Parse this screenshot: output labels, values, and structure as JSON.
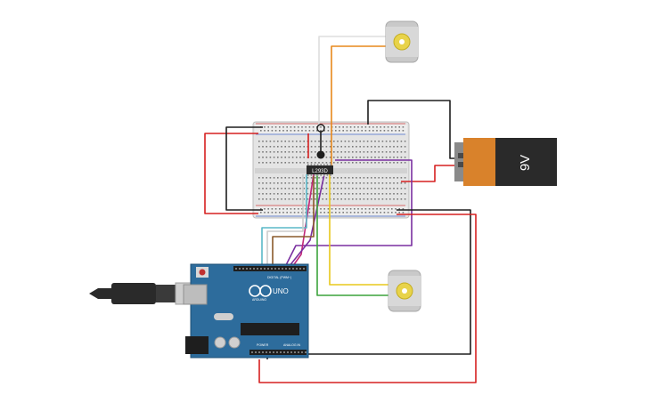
{
  "battery": {
    "label": "9V"
  },
  "chip": {
    "label": "L293D"
  },
  "arduino": {
    "brand": "ARDUINO",
    "model": "UNO",
    "digital_label": "DIGITAL (PWM~)",
    "power_label": "POWER",
    "analog_label": "ANALOG IN"
  },
  "colors": {
    "wire_red": "#d62020",
    "wire_black": "#1e1e1e",
    "wire_white": "#e6e6e6",
    "wire_orange": "#e8891c",
    "wire_purple": "#7a2fa0",
    "wire_magenta": "#c0287a",
    "wire_teal": "#5ab8c8",
    "wire_brown": "#8a5a2b",
    "wire_yellow": "#e8c81c",
    "wire_green": "#3ca33c",
    "arduino_blue": "#2d6c9c",
    "breadboard": "#e2e2e2",
    "battery_orange": "#d9822b"
  }
}
